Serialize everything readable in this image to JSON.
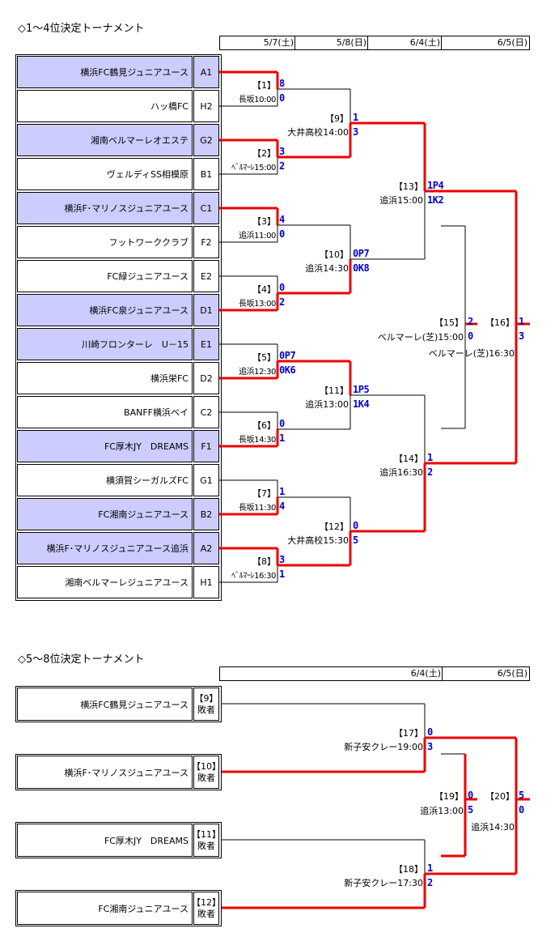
{
  "top": {
    "title": "◇1～4位決定トーナメント",
    "dates": [
      "5/7(土)",
      "5/8(日)",
      "6/4(土)",
      "6/5(日)"
    ],
    "teams": [
      {
        "name": "横浜FC鶴見ジュニアユース",
        "seed": "A1",
        "hl": true
      },
      {
        "name": "ハッ橋FC",
        "seed": "H2",
        "hl": false
      },
      {
        "name": "湘南ベルマーレオエステ",
        "seed": "G2",
        "hl": true
      },
      {
        "name": "ヴェルディSS相模原",
        "seed": "B1",
        "hl": false
      },
      {
        "name": "横浜F･マリノスジュニアユース",
        "seed": "C1",
        "hl": true
      },
      {
        "name": "フットワーククラブ",
        "seed": "F2",
        "hl": false
      },
      {
        "name": "FC緑ジュニアユース",
        "seed": "E2",
        "hl": false
      },
      {
        "name": "横浜FC泉ジュニアユース",
        "seed": "D1",
        "hl": true
      },
      {
        "name": "川崎フロンターレ　U－15",
        "seed": "E1",
        "hl": true
      },
      {
        "name": "横浜栄FC",
        "seed": "D2",
        "hl": false
      },
      {
        "name": "BANFF横浜ベイ",
        "seed": "C2",
        "hl": false
      },
      {
        "name": "FC厚木JY　DREAMS",
        "seed": "F1",
        "hl": true
      },
      {
        "name": "横須賀シーガルズFC",
        "seed": "G1",
        "hl": false
      },
      {
        "name": "FC湘南ジュニアユース",
        "seed": "B2",
        "hl": true
      },
      {
        "name": "横浜F･マリノスジュニアユース追浜",
        "seed": "A2",
        "hl": true
      },
      {
        "name": "湘南ベルマーレジュニアユース",
        "seed": "H1",
        "hl": false
      }
    ],
    "r1": [
      {
        "num": "【1】",
        "venue": "長坂10:00",
        "s1": "8",
        "s2": "0"
      },
      {
        "num": "【2】",
        "venue": "ﾍﾞﾙﾏｰﾚ15:00",
        "s1": "3",
        "s2": "2"
      },
      {
        "num": "【3】",
        "venue": "追浜11:00",
        "s1": "4",
        "s2": "0"
      },
      {
        "num": "【4】",
        "venue": "長坂13:00",
        "s1": "0",
        "s2": "2"
      },
      {
        "num": "【5】",
        "venue": "追浜12:30",
        "s1": "0P7",
        "s2": "0K6"
      },
      {
        "num": "【6】",
        "venue": "長坂14:30",
        "s1": "0",
        "s2": "1"
      },
      {
        "num": "【7】",
        "venue": "長坂11:30",
        "s1": "1",
        "s2": "4"
      },
      {
        "num": "【8】",
        "venue": "ﾍﾞﾙﾏｰﾚ16:30",
        "s1": "3",
        "s2": "1"
      }
    ],
    "r2": [
      {
        "num": "【9】",
        "venue": "大井高校14:00",
        "s1": "1",
        "s2": "3"
      },
      {
        "num": "【10】",
        "venue": "追浜14:30",
        "s1": "0P7",
        "s2": "0K8"
      },
      {
        "num": "【11】",
        "venue": "追浜13:00",
        "s1": "1P5",
        "s2": "1K4"
      },
      {
        "num": "【12】",
        "venue": "大井高校15:30",
        "s1": "0",
        "s2": "5"
      }
    ],
    "r3": [
      {
        "num": "【13】",
        "venue": "追浜15:00",
        "s1": "1P4",
        "s2": "1K2"
      },
      {
        "num": "【14】",
        "venue": "追浜16:30",
        "s1": "1",
        "s2": "2"
      }
    ],
    "third": {
      "num": "【15】",
      "venue": "ベルマーレ(芝)15:00",
      "s1": "2",
      "s2": "0"
    },
    "final": {
      "num": "【16】",
      "venue": "ベルマーレ(芝)16:30",
      "s1": "1",
      "s2": "3"
    }
  },
  "bottom": {
    "title": "◇5～8位決定トーナメント",
    "dates": [
      "6/4(土)",
      "6/5(日)"
    ],
    "teams": [
      {
        "name": "横浜FC鶴見ジュニアユース",
        "ref": "【9】",
        "loser": "敗者"
      },
      {
        "name": "横浜F･マリノスジュニアユース",
        "ref": "【10】",
        "loser": "敗者"
      },
      {
        "name": "FC厚木JY　DREAMS",
        "ref": "【11】",
        "loser": "敗者"
      },
      {
        "name": "FC湘南ジュニアユース",
        "ref": "【12】",
        "loser": "敗者"
      }
    ],
    "m17": {
      "num": "【17】",
      "venue": "新子安クレー19:00",
      "s1": "0",
      "s2": "3"
    },
    "m18": {
      "num": "【18】",
      "venue": "新子安クレー17:30",
      "s1": "1",
      "s2": "2"
    },
    "m19": {
      "num": "【19】",
      "venue": "追浜13:00",
      "s1": "0",
      "s2": "5"
    },
    "m20": {
      "num": "【20】",
      "venue": "追浜14:30",
      "s1": "5",
      "s2": "0"
    }
  },
  "colors": {
    "highlight": "#ccccff",
    "winner_line": "#ee0000",
    "score": "#0000cc"
  }
}
